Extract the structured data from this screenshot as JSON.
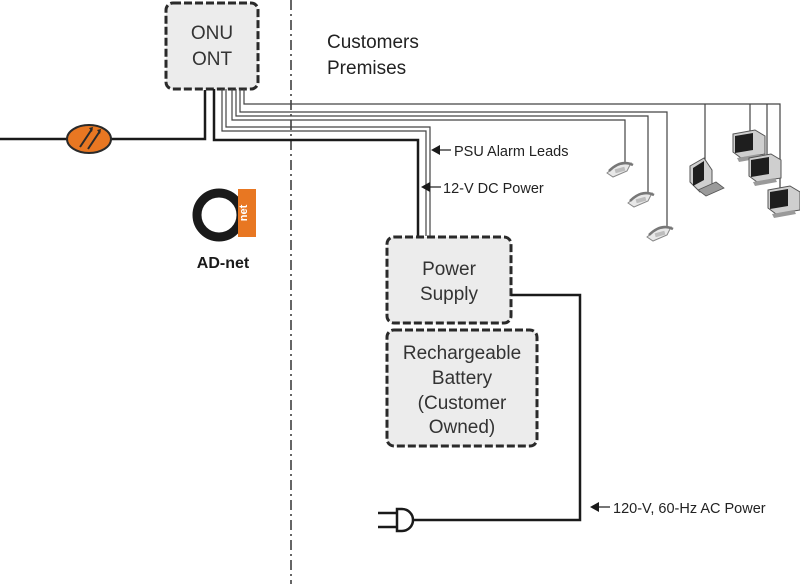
{
  "boxes": {
    "onu": {
      "line1": "ONU",
      "line2": "ONT"
    },
    "power_supply": {
      "line1": "Power",
      "line2": "Supply"
    },
    "battery": {
      "line1": "Rechargeable",
      "line2": "Battery",
      "line3": "(Customer",
      "line4": "Owned)"
    }
  },
  "region": {
    "line1": "Customers",
    "line2": "Premises"
  },
  "labels": {
    "psu_alarm": "PSU Alarm Leads",
    "dc_power": "12-V DC Power",
    "ac_power": "120-V, 60-Hz AC Power"
  },
  "logo": {
    "name": "AD-net",
    "badge": "net"
  },
  "icons": [
    "fiber-splice-icon",
    "telephone-icon",
    "computer-icon",
    "monitor-icon",
    "power-plug-icon"
  ],
  "colors": {
    "box_fill": "#ececec",
    "box_border": "#2a2a2a",
    "splice": "#e87722",
    "line": "#1a1a1a"
  }
}
